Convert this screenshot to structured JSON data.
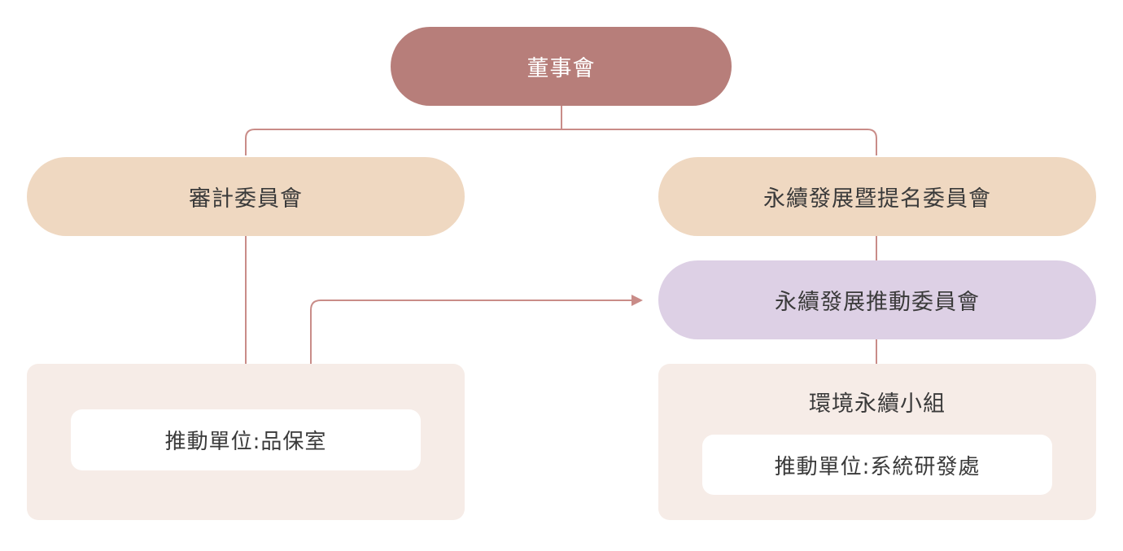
{
  "diagram": {
    "board": {
      "label": "董事會"
    },
    "audit_committee": {
      "label": "審計委員會"
    },
    "sustainability_nomination_committee": {
      "label": "永續發展暨提名委員會"
    },
    "sustainability_promotion_committee": {
      "label": "永續發展推動委員會"
    },
    "left_unit": {
      "label": "推動單位:品保室"
    },
    "env_group": {
      "title": "環境永續小組",
      "unit_label": "推動單位:系統研發處"
    }
  },
  "colors": {
    "board": "#b77e7a",
    "committee": "#efd8c1",
    "promotion": "#ddd0e5",
    "panel": "#f6ece7",
    "connector": "#c98c88"
  }
}
